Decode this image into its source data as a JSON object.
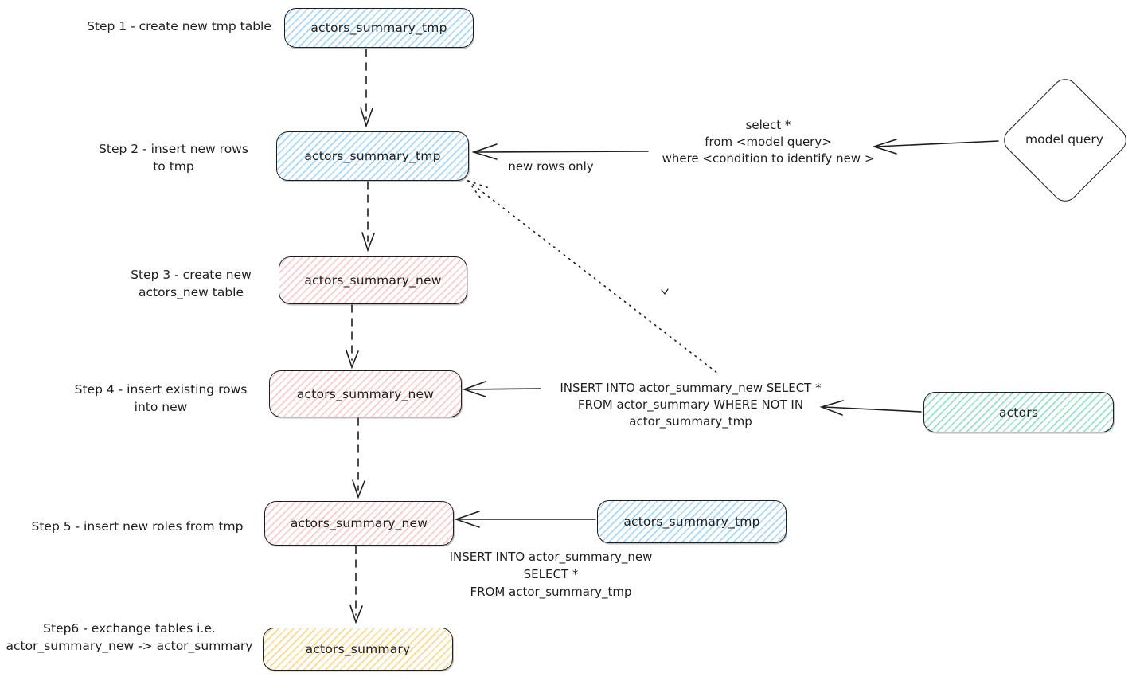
{
  "diagram": {
    "title_hint": "table exchange flow",
    "ink_color": "#1e1e1e",
    "background": "#ffffff",
    "node_colors": {
      "blue": "#a5d8ff",
      "pink": "#ffc9c9",
      "teal": "#96e3c5",
      "yellow": "#ffd98a"
    }
  },
  "steps": {
    "step1": {
      "line1": "Step 1 - create new tmp table"
    },
    "step2": {
      "line1": "Step 2 - insert new rows",
      "line2": "to tmp"
    },
    "step3": {
      "line1": "Step 3 - create new",
      "line2": "actors_new table"
    },
    "step4": {
      "line1": "Step 4 - insert existing rows",
      "line2": "into new"
    },
    "step5": {
      "line1": "Step 5 - insert new roles from tmp"
    },
    "step6": {
      "line1": "Step6 - exchange tables i.e.",
      "line2": "actor_summary_new -> actor_summary"
    }
  },
  "nodes": {
    "tmp_step1": "actors_summary_tmp",
    "tmp_step2": "actors_summary_tmp",
    "new_step3": "actors_summary_new",
    "new_step4": "actors_summary_new",
    "new_step5": "actors_summary_new",
    "summary_step6": "actors_summary",
    "tmp_right_step5": "actors_summary_tmp",
    "actors": "actors",
    "model_query": "model query"
  },
  "annotations": {
    "select_query": {
      "line1": "select *",
      "line2": "from <model query>",
      "line3": "where <condition to identify new >"
    },
    "new_rows_only": "new rows only",
    "insert_not_in": {
      "line1": "INSERT INTO actor_summary_new SELECT *",
      "line2": "FROM actor_summary WHERE NOT IN",
      "line3": "actor_summary_tmp"
    },
    "insert_from_tmp": {
      "line1": "INSERT INTO actor_summary_new",
      "line2": "SELECT *",
      "line3": "FROM actor_summary_tmp"
    }
  }
}
